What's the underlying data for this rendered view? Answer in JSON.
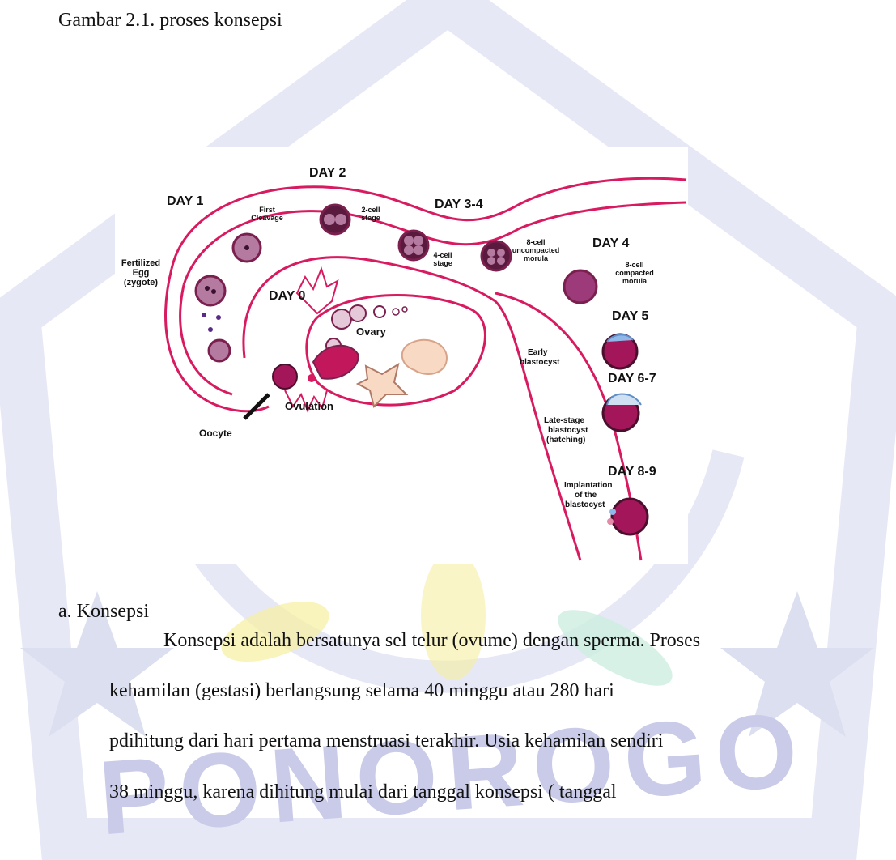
{
  "caption": "Gambar 2.1. proses konsepsi",
  "figure": {
    "labels": {
      "day1": "DAY 1",
      "day2": "DAY 2",
      "day34": "DAY 3-4",
      "day4": "DAY 4",
      "day0": "DAY 0",
      "day5": "DAY 5",
      "day67": "DAY 6-7",
      "day89": "DAY 8-9",
      "first_cleavage": [
        "First",
        "Cleavage"
      ],
      "two_cell": [
        "2-cell",
        "stage"
      ],
      "four_cell": [
        "4-cell",
        "stage"
      ],
      "eight_uncompacted": [
        "8-cell",
        "uncompacted",
        "morula"
      ],
      "eight_compacted": [
        "8-cell",
        "compacted",
        "morula"
      ],
      "fertilized": [
        "Fertilized",
        "Egg",
        "(zygote)"
      ],
      "ovary": "Ovary",
      "ovulation": "Ovulation",
      "oocyte": "Oocyte",
      "early_blastocyst": [
        "Early",
        "blastocyst"
      ],
      "late_blastocyst": [
        "Late-stage",
        "blastocyst",
        "(hatching)"
      ],
      "implantation": [
        "Implantation",
        "of the",
        "blastocyst"
      ]
    },
    "colors": {
      "tube": "#d81b60",
      "cell_fill": "#b57aa0",
      "cell_outline": "#7a1f4e",
      "blastocyst_fill": "#a3175a",
      "blastocyst_cap": "#8fb8e8"
    }
  },
  "section": {
    "heading": "a.  Konsepsi",
    "lines": [
      "Konsepsi adalah bersatunya sel telur (ovume) dengan sperma. Proses",
      "kehamilan  (gestasi)  berlangsung  selama  40  minggu  atau  280  hari",
      "pdihitung dari hari pertama menstruasi terakhir. Usia kehamilan sendiri",
      "38  minggu,  karena  dihitung  mulai  dari  tanggal  konsepsi  (  tanggal"
    ]
  },
  "watermark": {
    "text": "PONOROGO",
    "color": "#c9cbe8"
  }
}
